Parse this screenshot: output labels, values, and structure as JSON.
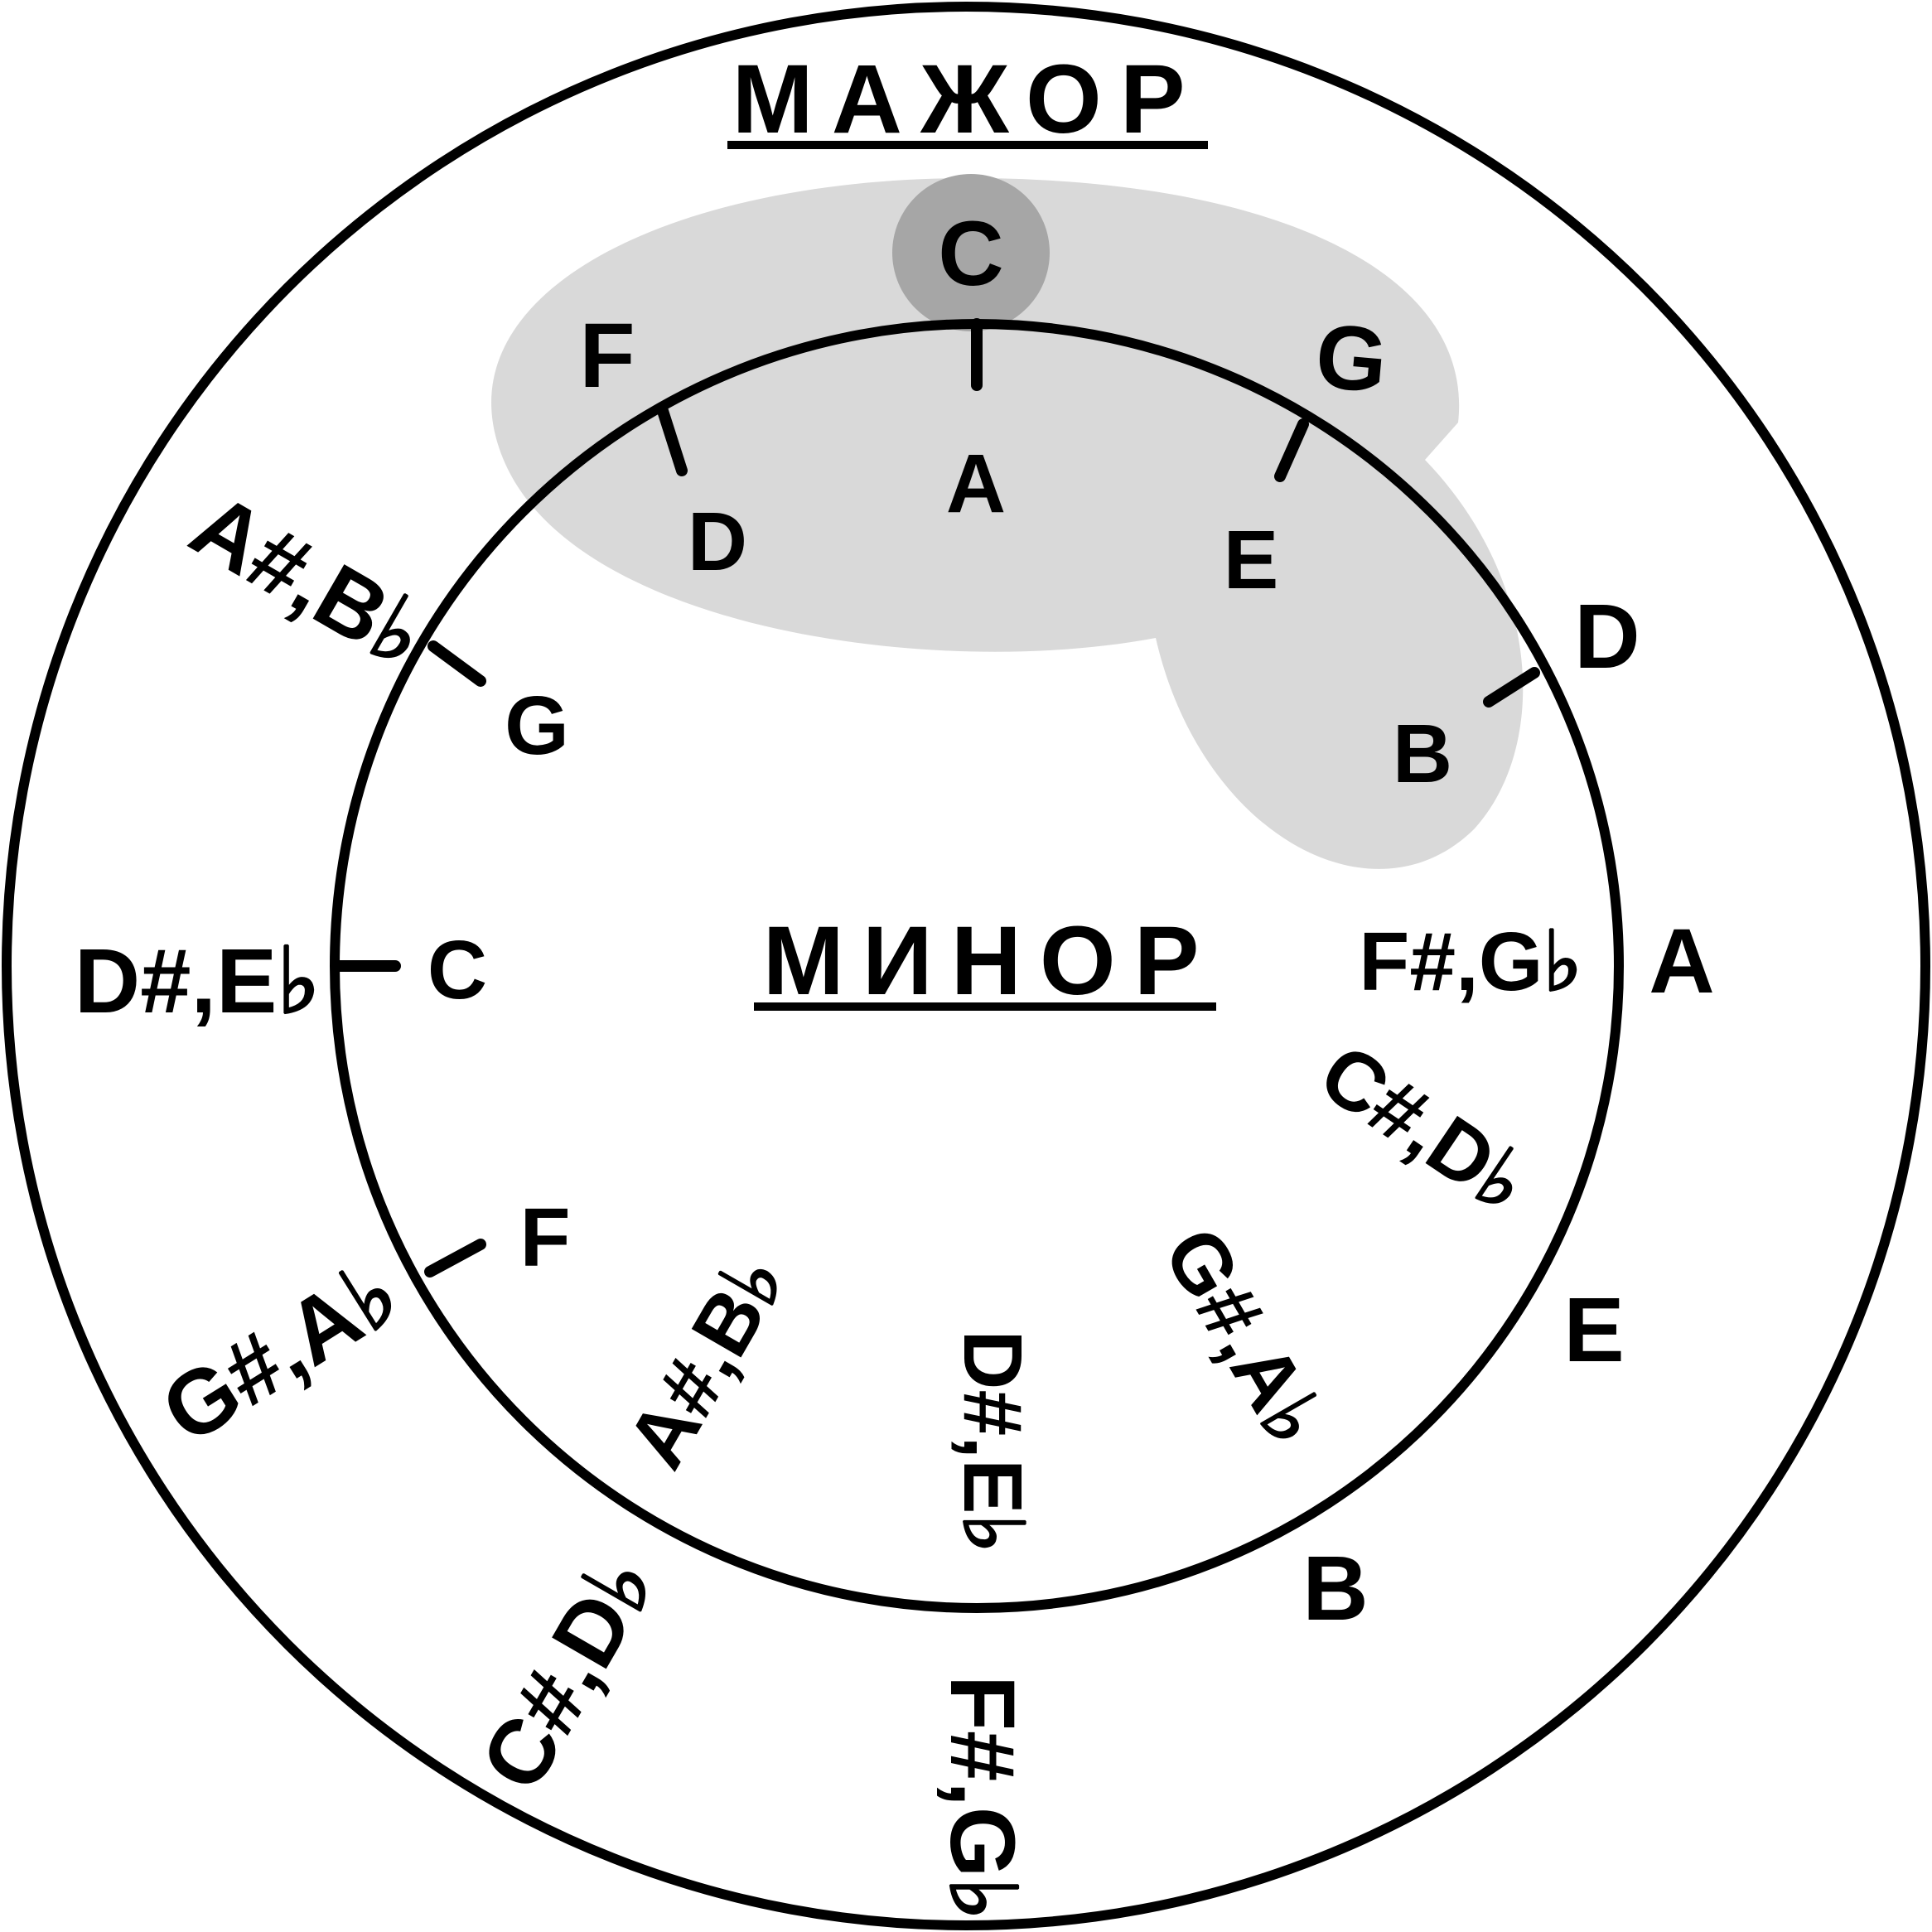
{
  "titles": {
    "major": "МАЖОР",
    "minor": "МИНОР"
  },
  "colors": {
    "ink": "#000000",
    "highlight_region": "#d9d9d9",
    "highlight_tonic": "#a6a6a6"
  },
  "major_keys": [
    "C",
    "G",
    "D",
    "A",
    "E",
    "B",
    "F#,G♭",
    "C#,D♭",
    "G#,A♭",
    "D#,E♭",
    "A#,B♭",
    "F"
  ],
  "minor_keys": [
    "A",
    "E",
    "B",
    "F#,G♭",
    "C#,D♭",
    "G#,A♭",
    "D#,E♭",
    "A#,B♭",
    "F",
    "C",
    "G",
    "D"
  ],
  "inner_left": {
    "major": [
      "F",
      "D#,E♭",
      "A#,B♭"
    ],
    "minor": [
      "D",
      "C",
      "G"
    ]
  },
  "highlight": {
    "tonic": "C",
    "major_neighbors": [
      "F",
      "C",
      "G"
    ],
    "minor_neighbors": [
      "D",
      "A",
      "E",
      "B"
    ]
  }
}
